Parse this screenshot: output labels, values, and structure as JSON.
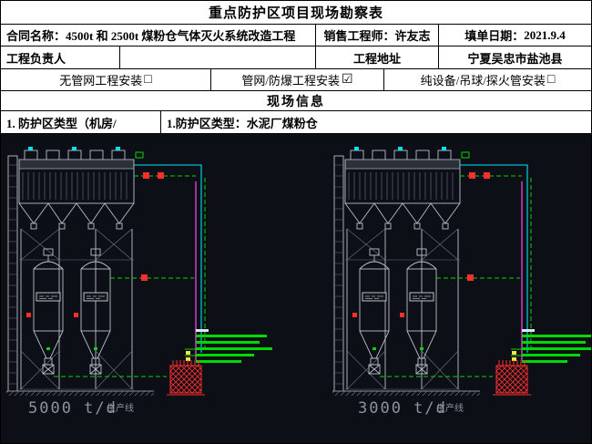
{
  "form": {
    "title": "重点防护区项目现场勘察表",
    "contract_label": "合同名称：",
    "contract_value": "4500t 和 2500t 煤粉仓气体灭火系统改造工程",
    "sales_engineer_label": "销售工程师：",
    "sales_engineer_value": "许友志",
    "fill_date_label": "填单日期：",
    "fill_date_value": "2021.9.4",
    "project_leader_label": "工程负责人",
    "project_leader_value": "",
    "project_address_label": "工程地址",
    "project_address_value": "宁夏吴忠市盐池县",
    "install_options": [
      {
        "label": "无管网工程安装",
        "symbol": "□",
        "checked": false
      },
      {
        "label": "管网/防爆工程安装",
        "symbol": "☑",
        "checked": true
      },
      {
        "label": "纯设备/吊球/探火管安装",
        "symbol": "□",
        "checked": false
      }
    ],
    "site_info_header": "现场信息",
    "zone_type_prompt": "1. 防护区类型（机房/",
    "zone_type_label": "1.防护区类型：",
    "zone_type_value": "水泥厂煤粉仓"
  },
  "cad": {
    "left_line_label": "5000 t/d",
    "left_line_sublabel": "生产线",
    "right_line_label": "3000 t/d",
    "right_line_sublabel": "生产线",
    "colors": {
      "background": "#0d0f16",
      "structure": "#b9bec8",
      "pipe_green": "#00d800",
      "pipe_cyan": "#00e0ff",
      "pipe_magenta": "#ff4df0",
      "valve_red": "#ff2e2e",
      "label_gray": "#8d929c"
    }
  }
}
